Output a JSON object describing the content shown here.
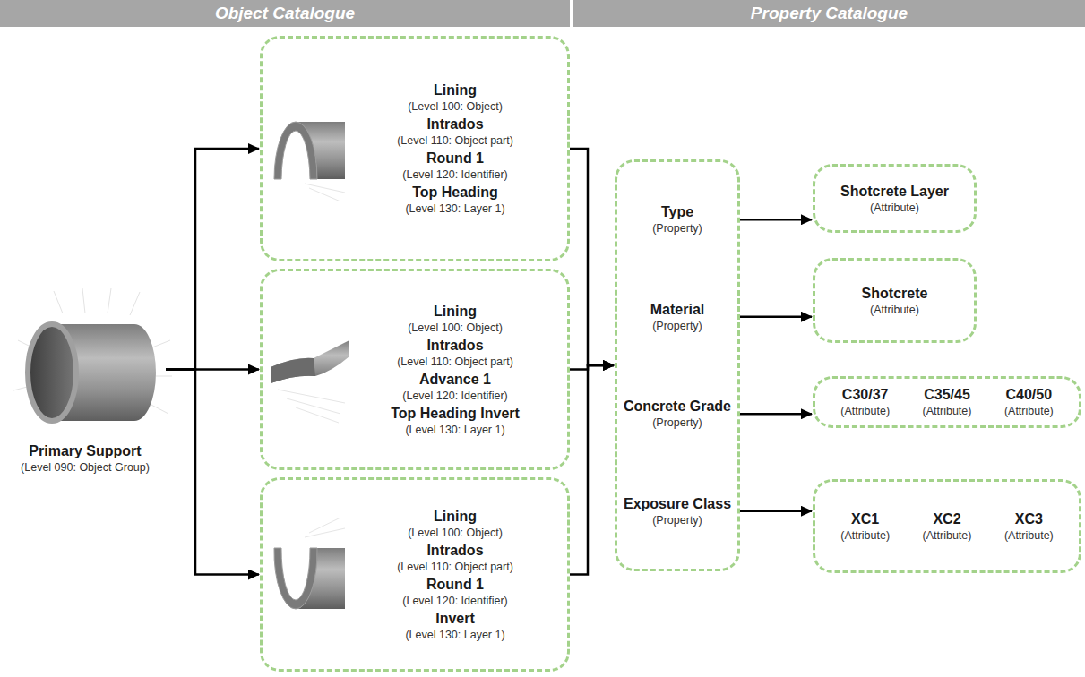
{
  "diagram": {
    "nodes": [
      {
        "text": [
          "Object Catalogue"
        ]
      },
      {
        "text": [
          "Property Catalogue"
        ]
      },
      {
        "text": [
          "Primary Support",
          "(Level 090: Object Group)"
        ]
      },
      {
        "text": [
          "Lining",
          "(Level 100: Object)",
          "Intrados",
          "(Level 110: Object part)",
          "Round 1",
          "(Level 120: Identifier)",
          "Top Heading",
          "(Level 130: Layer 1)"
        ]
      },
      {
        "text": [
          "Lining",
          "(Level 100: Object)",
          "Intrados",
          "(Level 110: Object part)",
          "Advance 1",
          "(Level 120: Identifier)",
          "Top Heading Invert",
          "(Level 130: Layer 1)"
        ]
      },
      {
        "text": [
          "Lining",
          "(Level 100: Object)",
          "Intrados",
          "(Level 110: Object part)",
          "Round 1",
          "(Level 120: Identifier)",
          "Invert",
          "(Level 130: Layer 1)"
        ]
      },
      {
        "text": [
          "Type",
          "(Property)",
          "Material",
          "(Property)",
          "Concrete Grade",
          "(Property)",
          "Exposure Class",
          "(Property)"
        ]
      },
      {
        "text": [
          "Shotcrete Layer",
          "(Attribute)"
        ]
      },
      {
        "text": [
          "Shotcrete",
          "(Attribute)"
        ]
      },
      {
        "text": [
          "C30/37",
          "(Attribute)",
          "C35/45",
          "(Attribute)",
          "C40/50",
          "(Attribute)"
        ]
      },
      {
        "text": [
          "XC1",
          "(Attribute)",
          "XC2",
          "(Attribute)",
          "XC3",
          "(Attribute)"
        ]
      }
    ],
    "edges": [
      {
        "from": 2,
        "to": 3,
        "arrow": "to"
      },
      {
        "from": 2,
        "to": 4,
        "arrow": "to"
      },
      {
        "from": 2,
        "to": 5,
        "arrow": "to"
      },
      {
        "from": 3,
        "to": 6,
        "arrow": "to"
      },
      {
        "from": 4,
        "to": 6,
        "arrow": "to"
      },
      {
        "from": 5,
        "to": 6,
        "arrow": "to"
      },
      {
        "from": 6,
        "to": 7,
        "arrow": "to"
      },
      {
        "from": 6,
        "to": 8,
        "arrow": "to"
      },
      {
        "from": 6,
        "to": 9,
        "arrow": "to"
      },
      {
        "from": 6,
        "to": 10,
        "arrow": "to"
      }
    ]
  }
}
